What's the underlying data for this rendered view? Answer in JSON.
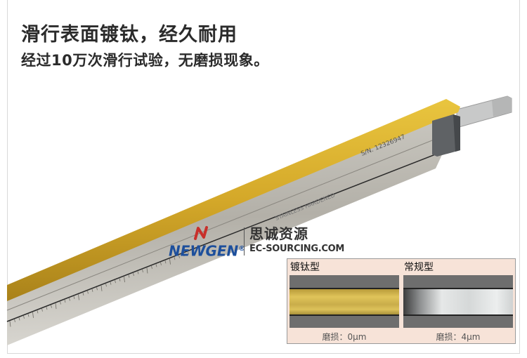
{
  "headline": {
    "title": "滑行表面镀钛，经久耐用",
    "subtitle": "经过10万次滑行试验，无磨损现象。"
  },
  "caliper": {
    "serial_text": "S/N. 12326947",
    "material_text": "STAINLESS HARDENED",
    "colors": {
      "titanium": "#d4a829",
      "steel": "#b9b7b0",
      "end_block": "#5f6265"
    }
  },
  "logo": {
    "brand": "NEWGEN",
    "registered": "®",
    "chinese_name": "思诚资源",
    "website": "EC-SOURCING.COM"
  },
  "comparison": {
    "items": [
      {
        "label": "镀钛型",
        "caption": "磨损：0μm",
        "surface_color": "#cdb04a"
      },
      {
        "label": "常规型",
        "caption": "磨损：4μm",
        "surface_color": "#d9dcdc"
      }
    ]
  }
}
